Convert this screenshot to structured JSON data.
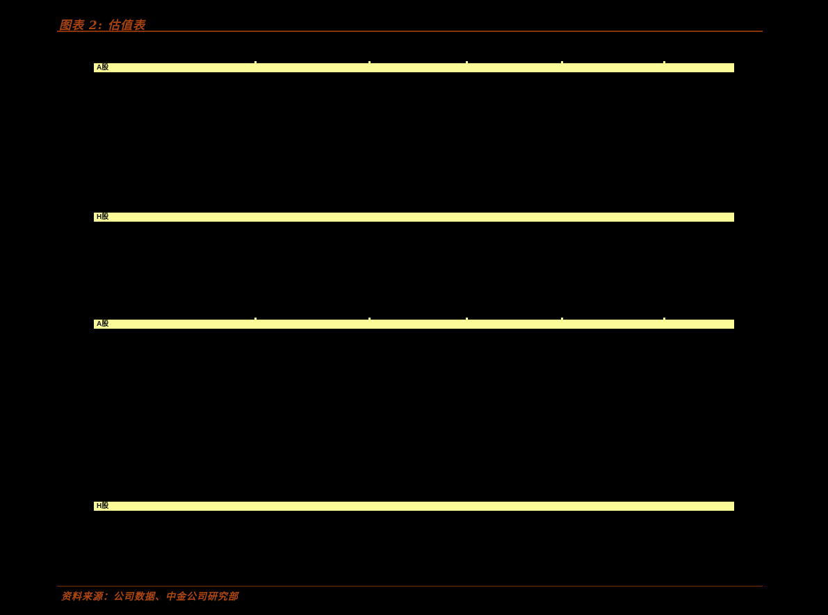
{
  "figure": {
    "title": "图表 2: 估值表",
    "source": "资料来源：公司数据、中金公司研究部",
    "accent_text_color": "#A8430F",
    "rule_color": "#8B3408"
  },
  "valuation_table": {
    "highlight_color": "#FBFB98",
    "background_color": "#000000",
    "sections": [
      {
        "label": "A股"
      },
      {
        "label": "H股"
      },
      {
        "label": "A股"
      },
      {
        "label": "H股"
      }
    ]
  }
}
